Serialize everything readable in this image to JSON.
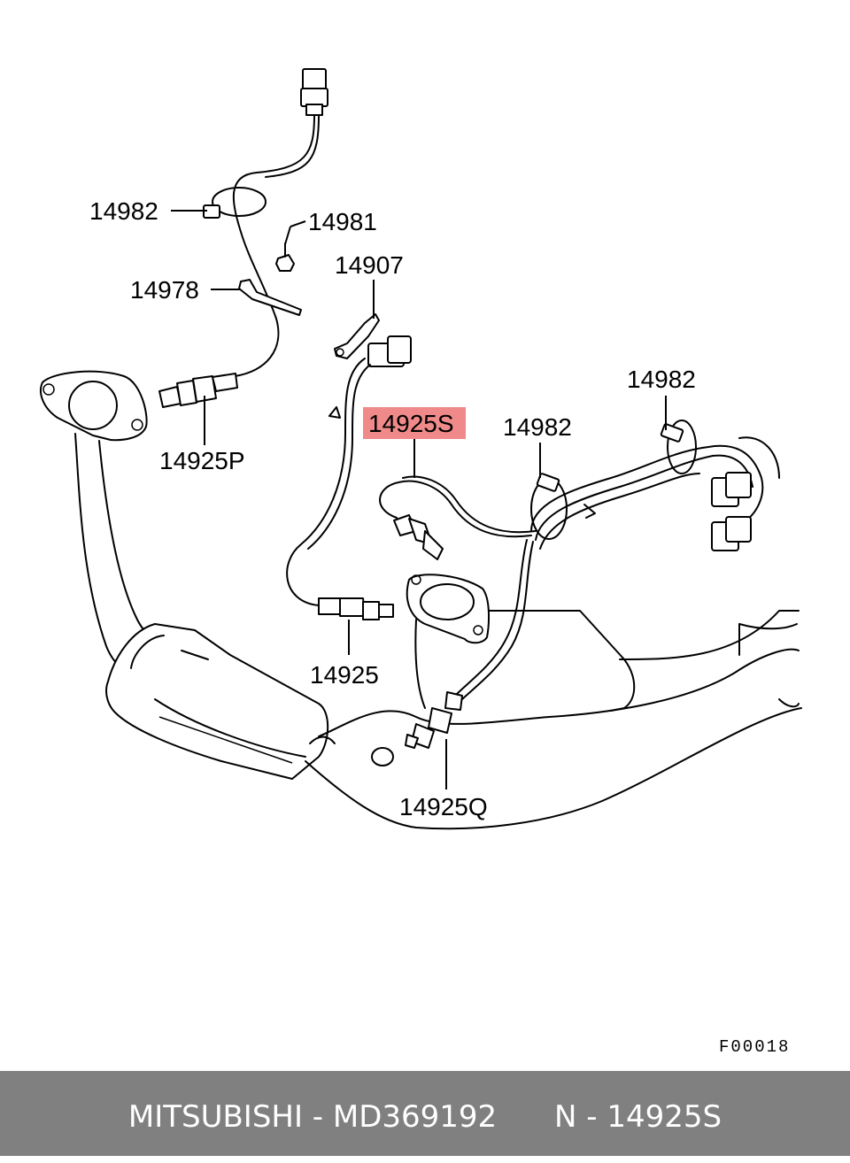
{
  "labels": {
    "l14982_a": "14982",
    "l14981": "14981",
    "l14978": "14978",
    "l14907": "14907",
    "l14925P": "14925P",
    "l14925S": "14925S",
    "l14982_b": "14982",
    "l14982_c": "14982",
    "l14925": "14925",
    "l14925Q": "14925Q"
  },
  "highlight_color": "#f08a8a",
  "figure_code": "F00018",
  "footer": {
    "text": "MITSUBISHI - MD369192      N - 14925S"
  }
}
